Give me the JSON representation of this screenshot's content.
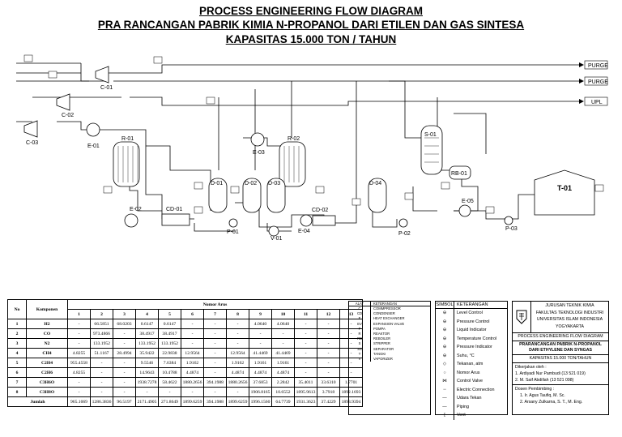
{
  "header": {
    "title": "PROCESS ENGINEERING FLOW DIAGRAM",
    "subtitle": "PRA RANCANGAN PABRIK KIMIA N-PROPANOL DARI ETILEN DAN GAS SINTESA",
    "capacity": "KAPASITAS 15.000 TON / TAHUN"
  },
  "equipment": {
    "c01": "C-01",
    "c02": "C-02",
    "c03": "C-03",
    "e01": "E-01",
    "r01": "R-01",
    "e02": "E-02",
    "cd01": "CD-01",
    "d01": "D-01",
    "e03": "E-03",
    "d02": "D-02",
    "r02": "R-02",
    "d03": "D-03",
    "p01": "P-01",
    "v01": "V-01",
    "e04": "E-04",
    "cd02": "CD-02",
    "d04": "D-04",
    "p02": "P-02",
    "s01": "S-01",
    "rb01": "RB-01",
    "e05": "E-05",
    "p03": "P-03",
    "t01": "T-01"
  },
  "outlets": {
    "o1": "PURGE",
    "o2": "PURGE",
    "o3": "UPL"
  },
  "stream_table": {
    "head_no": "No",
    "head_komponen": "Komponen",
    "head_nomor_arus": "Nomor Arus",
    "columns": [
      "1",
      "2",
      "3",
      "4",
      "5",
      "6",
      "7",
      "8",
      "9",
      "10",
      "11",
      "12",
      "13"
    ],
    "rows": [
      {
        "no": "1",
        "komp": "H2",
        "vals": [
          "-",
          "66.5851",
          "68.0203",
          "0.6147",
          "0.6147",
          "-",
          "-",
          "-",
          "4.0640",
          "4.0640",
          "-",
          "-",
          "-"
        ]
      },
      {
        "no": "2",
        "komp": "CO",
        "vals": [
          "-",
          "973.4866",
          "-",
          "38.4917",
          "38.4917",
          "-",
          "-",
          "-",
          "-",
          "-",
          "-",
          "-",
          "-"
        ]
      },
      {
        "no": "3",
        "komp": "N2",
        "vals": [
          "-",
          "133.1952",
          "-",
          "133.1952",
          "133.1952",
          "-",
          "-",
          "-",
          "-",
          "-",
          "-",
          "-",
          "-"
        ]
      },
      {
        "no": "4",
        "komp": "CH4",
        "vals": [
          "4.8255",
          "51.1167",
          "28.4994",
          "35.9422",
          "22.9838",
          "12.9564",
          "-",
          "12.9564",
          "41.4469",
          "41.4469",
          "-",
          "-",
          "-"
        ]
      },
      {
        "no": "5",
        "komp": "C2H4",
        "vals": [
          "955.4558",
          "-",
          "-",
          "9.5546",
          "7.6384",
          "1.9162",
          "-",
          "1.9162",
          "1.9161",
          "1.9161",
          "-",
          "-",
          "-"
        ]
      },
      {
        "no": "6",
        "komp": "C2H6",
        "vals": [
          "4.8255",
          "-",
          "-",
          "14.9643",
          "10.4788",
          "4.4874",
          "-",
          "4.4874",
          "4.4874",
          "4.4874",
          "-",
          "-",
          "-"
        ]
      },
      {
        "no": "7",
        "komp": "C3H6O",
        "vals": [
          "-",
          "-",
          "-",
          "1938.7278",
          "58.4622",
          "1880.2656",
          "394.1988",
          "1880.2656",
          "37.6853",
          "2.2842",
          "35.4011",
          "33.6310",
          "1.7701"
        ]
      },
      {
        "no": "8",
        "komp": "C3H8O",
        "vals": [
          "-",
          "-",
          "-",
          "-",
          "-",
          "-",
          "-",
          "-",
          "1906.8165",
          "10.6552",
          "1895.9613",
          "3.7918",
          "1892.1693"
        ]
      }
    ],
    "total": {
      "label": "Jumlah",
      "vals": [
        "965.1069",
        "1286.3836",
        "96.5197",
        "2171.4905",
        "271.8649",
        "1899.6259",
        "394.1988",
        "1899.6259",
        "1996.1560",
        "64.7739",
        "1931.3623",
        "37.4229",
        "1893.9394"
      ]
    }
  },
  "abbreviations": {
    "head_alat": "ALAT",
    "head_ket": "KETERANGAN",
    "items": [
      {
        "code": "C",
        "desc": "COMMPRESSOR"
      },
      {
        "code": "CD",
        "desc": "CONDENSER"
      },
      {
        "code": "E",
        "desc": "HEAT EXCHANGER"
      },
      {
        "code": "EV",
        "desc": "EXPANSION VALVE"
      },
      {
        "code": "P",
        "desc": "POMPA"
      },
      {
        "code": "R",
        "desc": "REAKTOR"
      },
      {
        "code": "RB",
        "desc": "REBOILER"
      },
      {
        "code": "S",
        "desc": "STRIPPER"
      },
      {
        "code": "SS",
        "desc": "SEPARATOR"
      },
      {
        "code": "T",
        "desc": "TANGKI"
      },
      {
        "code": "V",
        "desc": "VAPORIZER"
      }
    ]
  },
  "symbols": {
    "head_simbol": "SIMBOL",
    "head_ket": "KETERANGAN",
    "items": [
      {
        "glyph": "⊖",
        "desc": "Level Control"
      },
      {
        "glyph": "⊖",
        "desc": "Pressure Control"
      },
      {
        "glyph": "⊖",
        "desc": "Liquid Indicator"
      },
      {
        "glyph": "⊖",
        "desc": "Temperature Control"
      },
      {
        "glyph": "⊖",
        "desc": "Pressure Indicator"
      },
      {
        "glyph": "⊖",
        "desc": "Suhu, °C"
      },
      {
        "glyph": "◇",
        "desc": "Tekanan, atm"
      },
      {
        "glyph": "○",
        "desc": "Nomor Arus"
      },
      {
        "glyph": "⋈",
        "desc": "Control Valve"
      },
      {
        "glyph": "┄",
        "desc": "Electric Connection"
      },
      {
        "glyph": "—",
        "desc": "Udara Tekan"
      },
      {
        "glyph": "—",
        "desc": "Piping"
      },
      {
        "glyph": "[",
        "desc": "Vent"
      }
    ]
  },
  "info": {
    "dept": "JURUSAN TEKNIK KIMIA",
    "faculty": "FAKULTAS TEKNOLOGI INDUSTRI",
    "univ": "UNIVERSITAS ISLAM INDONESIA",
    "city": "YOGYAKARTA",
    "doc_title": "PROCESS ENGINEERING FLOW DIAGRAM",
    "project_1": "PRARANCANGAN PABRIK N-PROPANOL",
    "project_2": "DARI ETHYLENE DAN SYNGAS",
    "capacity": "KAPASITAS 15.000 TON/TAHUN",
    "made_by": "Dikerjakan oleh :",
    "author1": "1. Ardiyadi Nur Pambudi  (13 521 019)",
    "author2": "2. M. Saif Abdillah  (13 521 098)",
    "advisor_label": "Dosen Pembimbing :",
    "advisor1": "1. Ir. Agus Taufiq, M. Sc.",
    "advisor2": "2. Arsany Zulkarna, S. T., M. Eng."
  }
}
